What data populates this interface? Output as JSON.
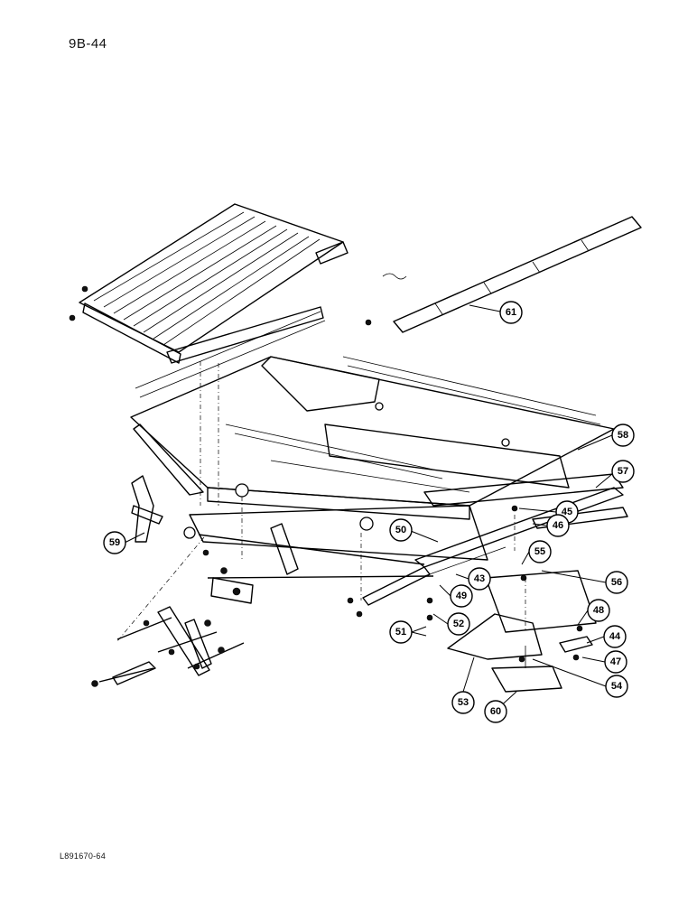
{
  "page_code": "9B-44",
  "figure_code": "L891670-64",
  "callouts": [
    {
      "id": "c61",
      "label": "61"
    },
    {
      "id": "c58",
      "label": "58"
    },
    {
      "id": "c57",
      "label": "57"
    },
    {
      "id": "c45",
      "label": "45"
    },
    {
      "id": "c59",
      "label": "59"
    },
    {
      "id": "c50",
      "label": "50"
    },
    {
      "id": "c46",
      "label": "46"
    },
    {
      "id": "c55",
      "label": "55"
    },
    {
      "id": "c56",
      "label": "56"
    },
    {
      "id": "c43",
      "label": "43"
    },
    {
      "id": "c49",
      "label": "49"
    },
    {
      "id": "c48",
      "label": "48"
    },
    {
      "id": "c52",
      "label": "52"
    },
    {
      "id": "c44",
      "label": "44"
    },
    {
      "id": "c51",
      "label": "51"
    },
    {
      "id": "c47",
      "label": "47"
    },
    {
      "id": "c53",
      "label": "53"
    },
    {
      "id": "c54",
      "label": "54"
    },
    {
      "id": "c60",
      "label": "60"
    }
  ]
}
